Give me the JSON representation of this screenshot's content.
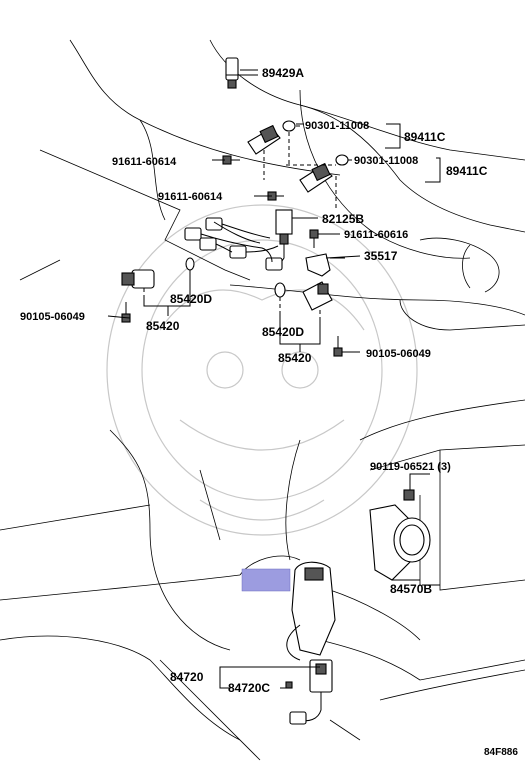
{
  "diagram": {
    "labels": {
      "p89429A": "89429A",
      "p90301_11008_a": "90301-11008",
      "p89411C_a": "89411C",
      "p91611_60614_a": "91611-60614",
      "p90301_11008_b": "90301-11008",
      "p89411C_b": "89411C",
      "p91611_60614_b": "91611-60614",
      "p82125B": "82125B",
      "p91611_60616": "91611-60616",
      "p35517": "35517",
      "p90105_06049_a": "90105-06049",
      "p85420D_a": "85420D",
      "p85420_a": "85420",
      "p85420D_b": "85420D",
      "p85420_b": "85420",
      "p90105_06049_b": "90105-06049",
      "p90119_06521": "90119-06521 (3)",
      "p84570B": "84570B",
      "p84720": "84720",
      "p84720C": "84720C",
      "figure_code": "84F886"
    },
    "colors": {
      "line": "#000000",
      "highlight": "#9c9ce0",
      "watermark": "#c8c8c8"
    }
  }
}
